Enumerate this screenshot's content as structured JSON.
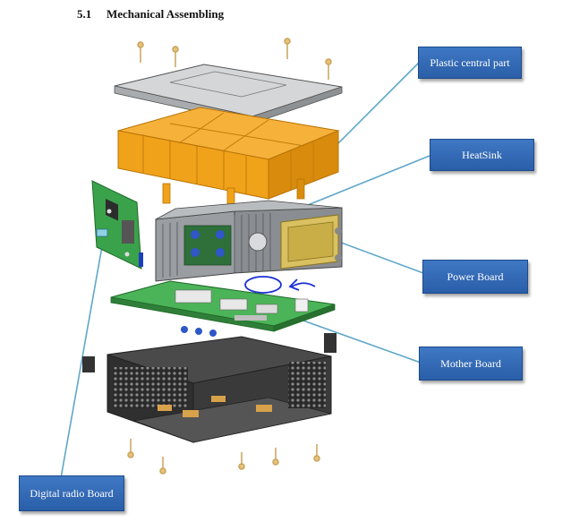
{
  "heading": {
    "number": "5.1",
    "title": "Mechanical Assembling"
  },
  "callouts": [
    {
      "id": "plastic",
      "label": "Plastic central part"
    },
    {
      "id": "heatsink",
      "label": "HeatSink"
    },
    {
      "id": "power",
      "label": "Power Board"
    },
    {
      "id": "mother",
      "label": "Mother Board"
    },
    {
      "id": "digital",
      "label": "Digital radio Board"
    }
  ],
  "colors": {
    "callout_fill": "#2f66b0",
    "leader_line": "#5fa7c9",
    "plastic_part": "#f0a21a",
    "pcb_green": "#3fa34a",
    "chassis": "#3a3a3a",
    "screws": "#e6c27a",
    "annotation_ink": "#1a2fd6"
  }
}
